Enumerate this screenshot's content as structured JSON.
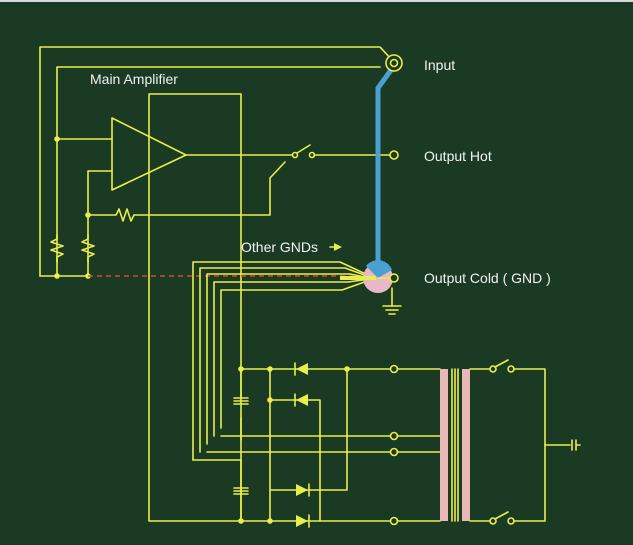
{
  "diagram": {
    "labels": {
      "main_amplifier": "Main Amplifier",
      "input": "Input",
      "output_hot": "Output Hot",
      "output_cold": "Output Cold ( GND )",
      "other_gnds": "Other GNDs"
    },
    "colors": {
      "background": "#1b3a24",
      "wire": "#e9ee4a",
      "ground_trace": "#4aa0d0",
      "ground_leak_dashed": "#d14a3a",
      "transformer_core": "#e8b8b8",
      "star_ground_pad": "#e8b8c8"
    }
  }
}
